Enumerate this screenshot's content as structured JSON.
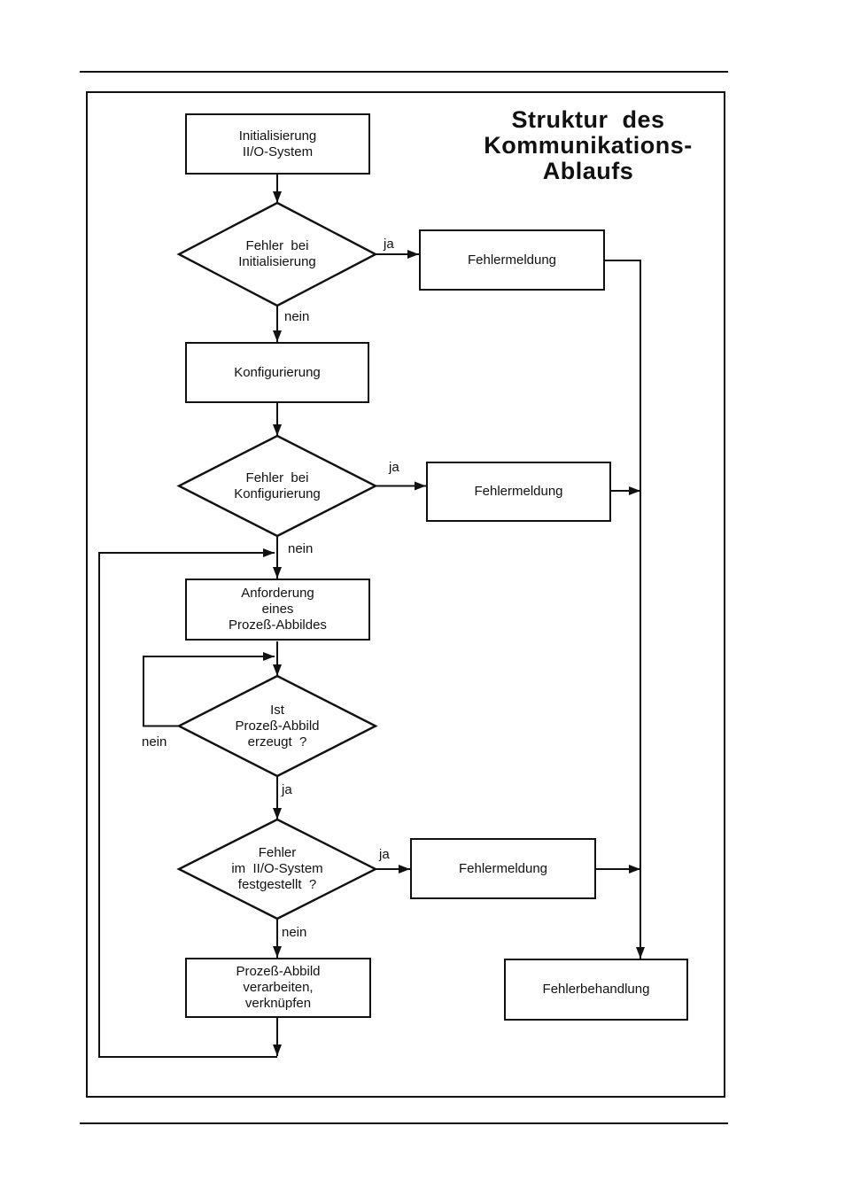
{
  "title": "Struktur  des\nKommunikations-\nAblaufs",
  "nodes": {
    "init": {
      "label": "Initialisierung\nII/O-System"
    },
    "dec_init": {
      "label": "Fehler  bei\nInitialisierung"
    },
    "fehlermeldung1": {
      "label": "Fehlermeldung"
    },
    "konfigurierung": {
      "label": "Konfigurierung"
    },
    "dec_konfig": {
      "label": "Fehler  bei\nKonfigurierung"
    },
    "fehlermeldung2": {
      "label": "Fehlermeldung"
    },
    "anforderung": {
      "label": "Anforderung\neines\nProzeß-Abbildes"
    },
    "dec_abbild": {
      "label": "Ist\nProzeß-Abbild\nerzeugt  ?"
    },
    "dec_fehler": {
      "label": "Fehler\nim  II/O-System\nfestgestellt  ?"
    },
    "fehlermeldung3": {
      "label": "Fehlermeldung"
    },
    "verarbeiten": {
      "label": "Prozeß-Abbild\nverarbeiten,\nverknüpfen"
    },
    "fehlerbehandlung": {
      "label": "Fehlerbehandlung"
    }
  },
  "edges": {
    "dec_init_yes": "ja",
    "dec_init_no": "nein",
    "dec_konfig_yes": "ja",
    "dec_konfig_no": "nein",
    "dec_abbild_no": "nein",
    "dec_abbild_yes": "ja",
    "dec_fehler_yes": "ja",
    "dec_fehler_no": "nein"
  },
  "colors": {
    "ink": "#111111",
    "background": "#ffffff"
  }
}
